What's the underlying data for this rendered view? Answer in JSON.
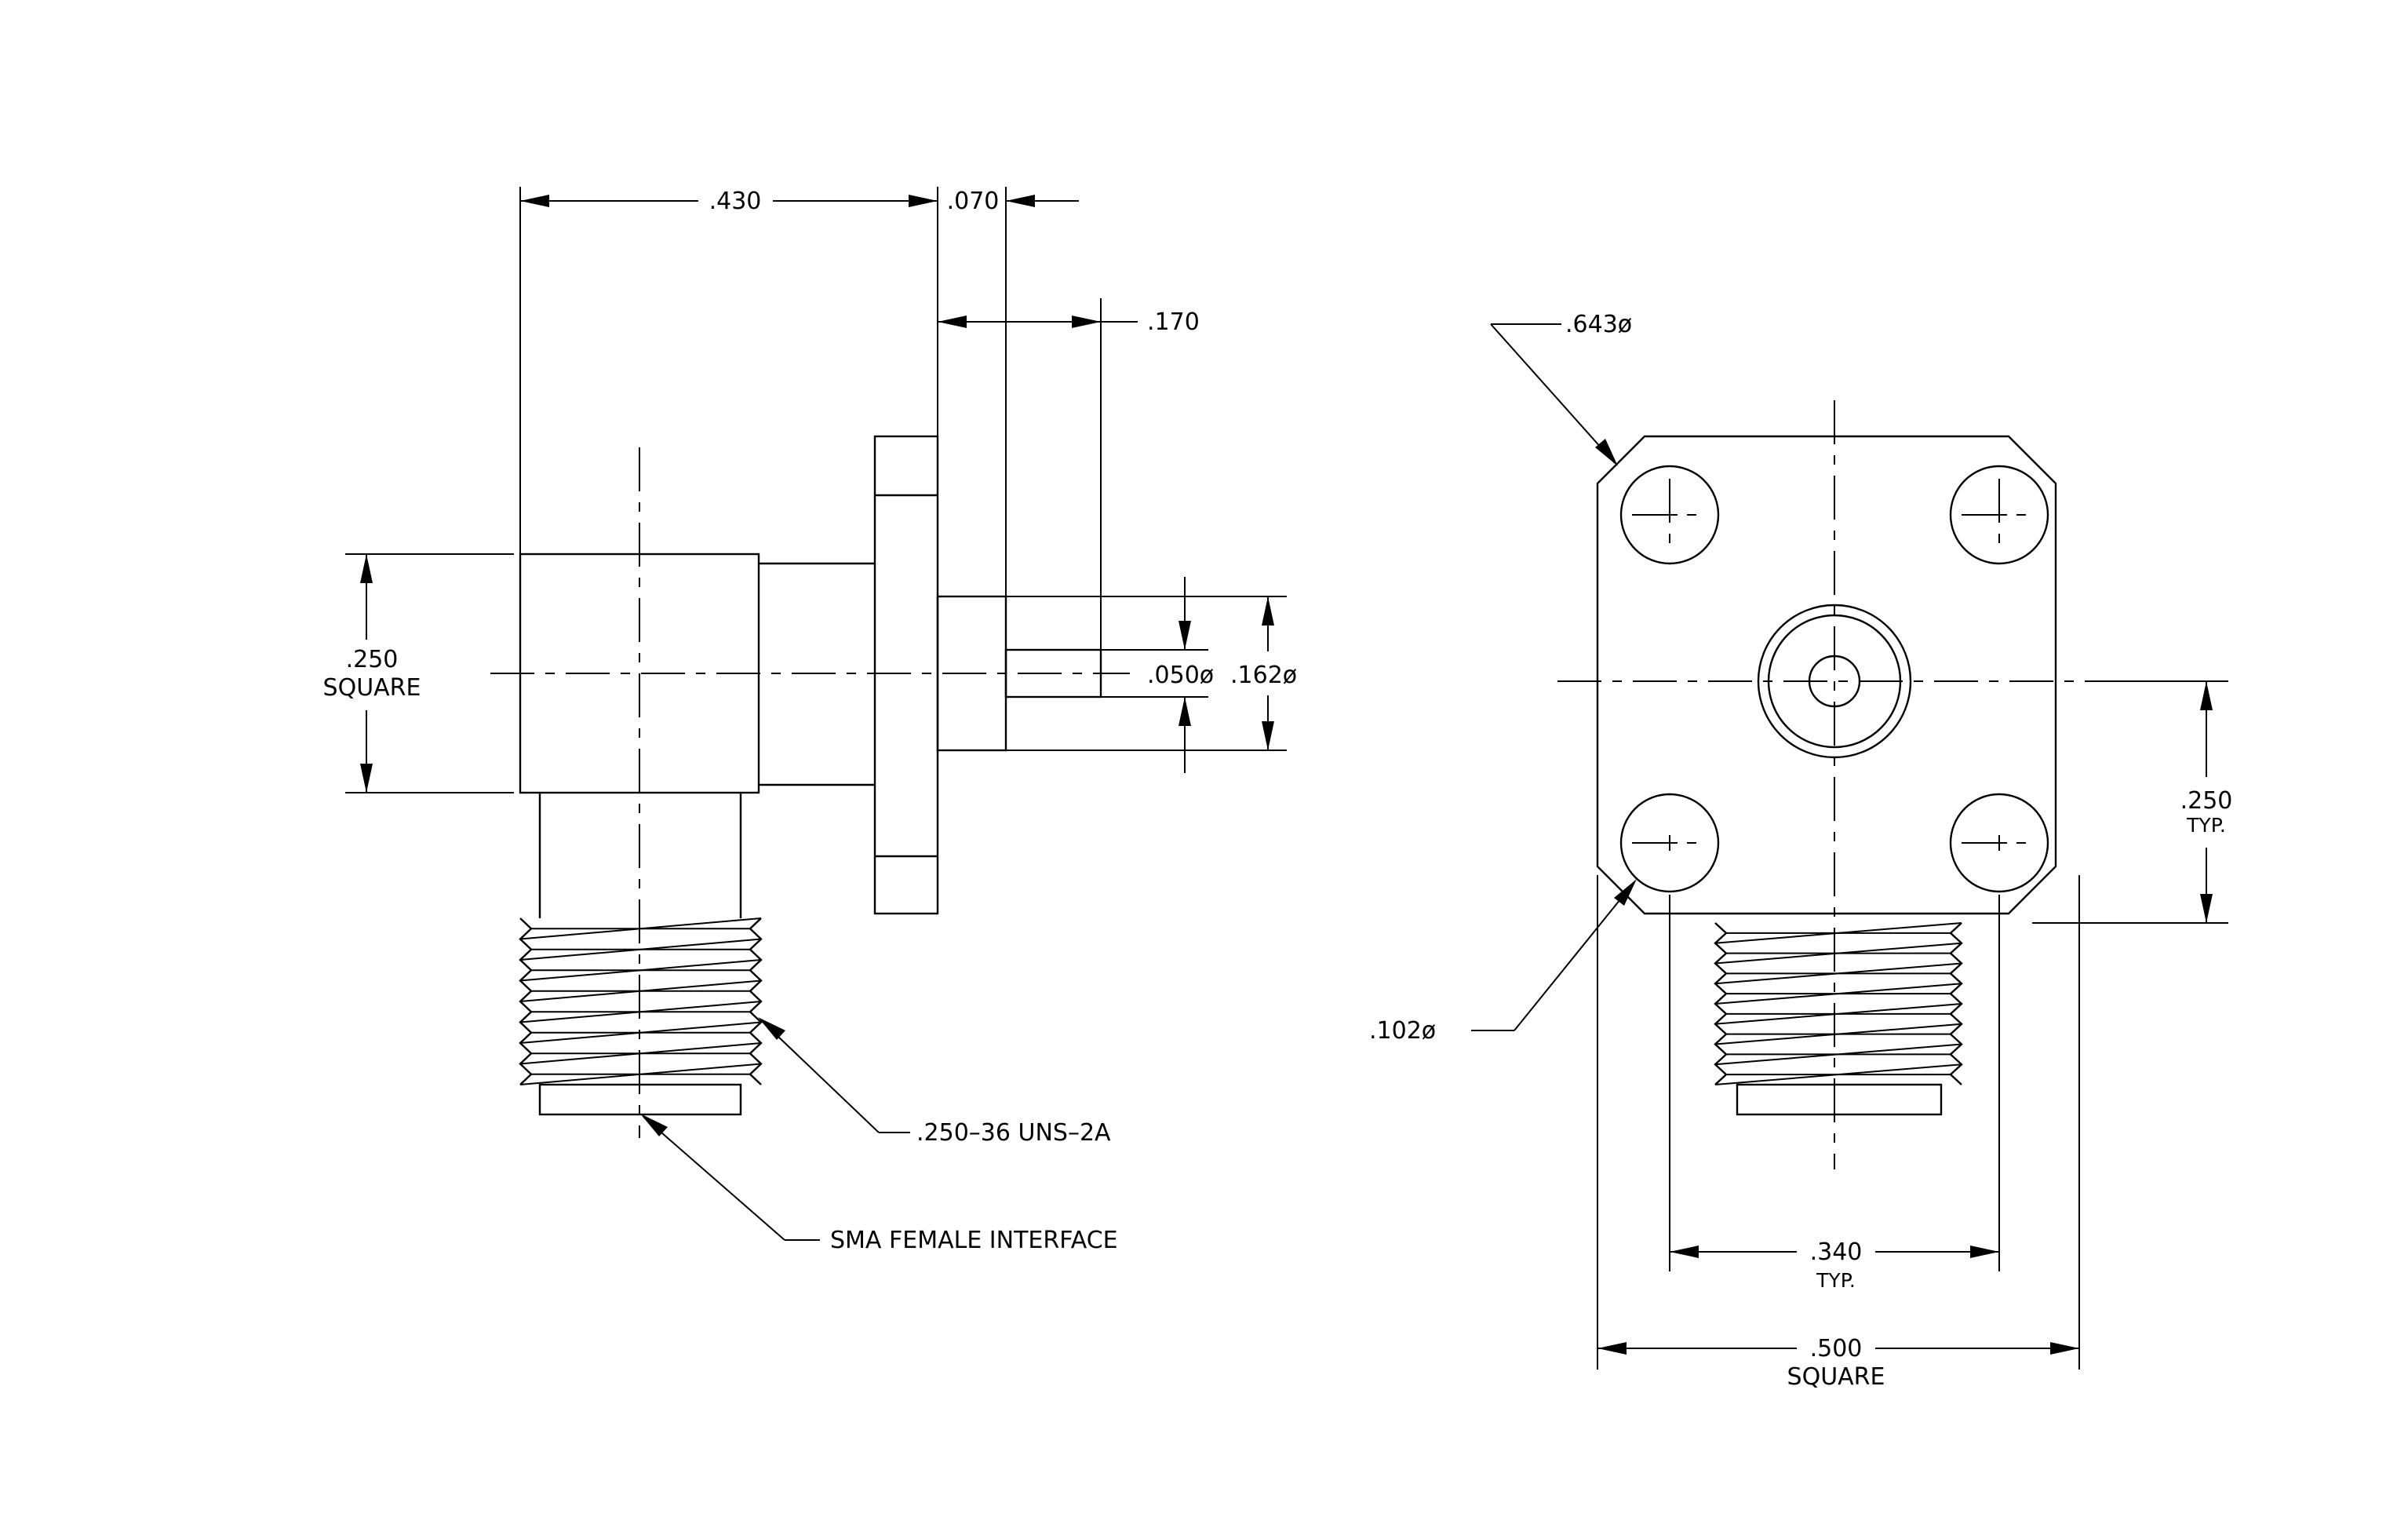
{
  "labels": {
    "dim_430": ".430",
    "dim_070": ".070",
    "dim_170": ".170",
    "dim_250": ".250",
    "square_left": "SQUARE",
    "dim_050": ".050ø",
    "dim_162": ".162ø",
    "thread": ".250–36 UNS–2A",
    "interface": "SMA FEMALE INTERFACE",
    "dim_643": ".643ø",
    "dim_102": ".102ø",
    "dim_250_typ": ".250",
    "typ_right": "TYP.",
    "dim_340": ".340",
    "typ_bottom": "TYP.",
    "dim_500": ".500",
    "square_bottom": "SQUARE"
  }
}
